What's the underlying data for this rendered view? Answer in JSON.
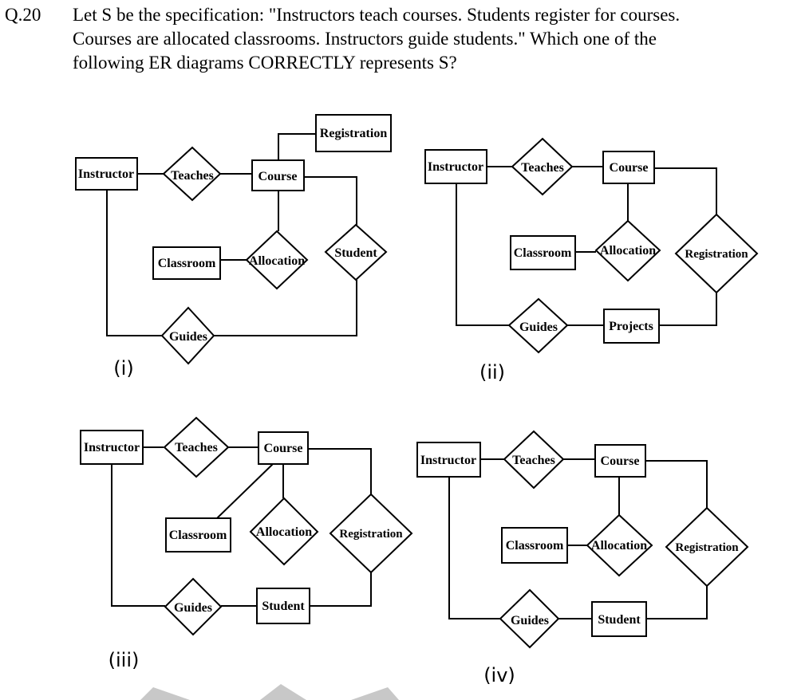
{
  "question": {
    "number": "Q.20",
    "lines": [
      "Let S be the specification: \"Instructors teach courses. Students register for courses.",
      "Courses are allocated classrooms. Instructors guide students.\" Which one of the",
      "following ER diagrams CORRECTLY represents S?"
    ]
  },
  "diagrams": [
    {
      "label": "(i)",
      "entities": [
        "Instructor",
        "Course",
        "Registration",
        "Classroom"
      ],
      "relationships": [
        "Teaches",
        "Allocation",
        "Student",
        "Guides"
      ]
    },
    {
      "label": "(ii)",
      "entities": [
        "Instructor",
        "Course",
        "Classroom",
        "Projects"
      ],
      "relationships": [
        "Teaches",
        "Allocation",
        "Registration",
        "Guides"
      ]
    },
    {
      "label": "(iii)",
      "entities": [
        "Instructor",
        "Course",
        "Classroom",
        "Student"
      ],
      "relationships": [
        "Teaches",
        "Allocation",
        "Registration",
        "Guides"
      ]
    },
    {
      "label": "(iv)",
      "entities": [
        "Instructor",
        "Course",
        "Classroom",
        "Student"
      ],
      "relationships": [
        "Teaches",
        "Allocation",
        "Registration",
        "Guides"
      ]
    }
  ]
}
